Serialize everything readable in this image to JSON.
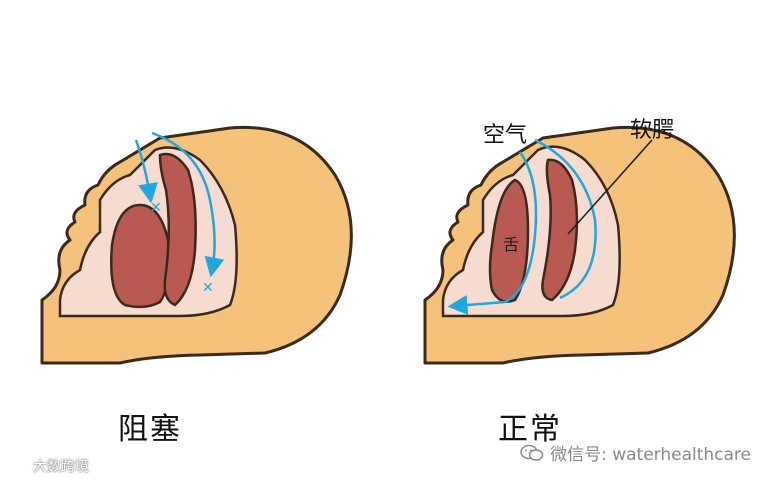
{
  "panels": {
    "left": {
      "caption": "阻塞"
    },
    "right": {
      "caption": "正常",
      "label_air": "空气",
      "label_palate": "软腭",
      "label_tongue": "舌"
    }
  },
  "watermark": {
    "wechat_text": "微信号: waterhealthcare",
    "corner_text": "大数跨境",
    "wechat_icon": "wechat-icon",
    "corner_icon": "link-icon"
  },
  "colors": {
    "skin": "#f4c27a",
    "outline": "#3a2a1a",
    "cavity": "#f6dcd0",
    "tissue": "#b85a52",
    "airflow": "#1ea7e0"
  }
}
